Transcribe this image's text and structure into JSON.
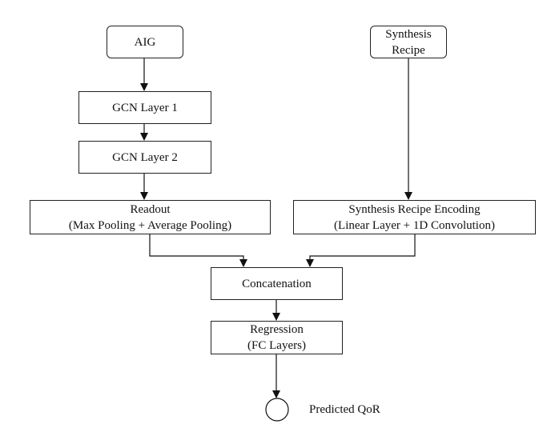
{
  "nodes": {
    "aig": {
      "label": "AIG"
    },
    "synthesis_recipe": {
      "line1": "Synthesis",
      "line2": "Recipe"
    },
    "gcn_layer_1": {
      "label": "GCN Layer 1"
    },
    "gcn_layer_2": {
      "label": "GCN Layer 2"
    },
    "readout": {
      "line1": "Readout",
      "line2": "(Max Pooling + Average Pooling)"
    },
    "recipe_encoding": {
      "line1": "Synthesis Recipe Encoding",
      "line2": "(Linear Layer + 1D Convolution)"
    },
    "concatenation": {
      "label": "Concatenation"
    },
    "regression": {
      "line1": "Regression",
      "line2": "(FC Layers)"
    },
    "output": {
      "label": "Predicted QoR"
    }
  },
  "colors": {
    "stroke": "#222222",
    "background": "#ffffff",
    "text": "#111111"
  }
}
